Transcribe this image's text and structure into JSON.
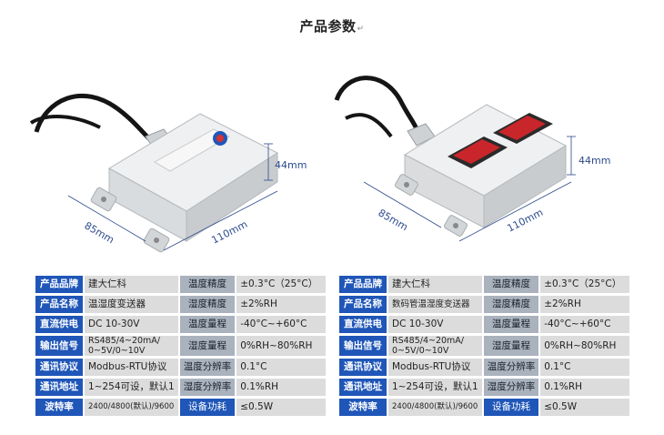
{
  "page": {
    "title": "产品参数",
    "title_mark": "↵"
  },
  "products": [
    {
      "dimensions": {
        "height": "44mm",
        "width": "110mm",
        "depth": "85mm"
      },
      "table": [
        {
          "k": "产品品牌",
          "v": "建大仁科",
          "k2": "温度精度",
          "v2": "±0.3°C（25°C）"
        },
        {
          "k": "产品名称",
          "v": "温湿度变送器",
          "k2": "湿度精度",
          "v2": "±2%RH"
        },
        {
          "k": "直流供电",
          "v": "DC 10-30V",
          "k2": "温度量程",
          "v2": "-40°C~+60°C"
        },
        {
          "k": "输出信号",
          "v": "RS485/4~20mA/\n0~5V/0~10V",
          "k2": "湿度量程",
          "v2": "0%RH~80%RH"
        },
        {
          "k": "通讯协议",
          "v": "Modbus-RTU协议",
          "k2": "温度分辨率",
          "v2": "0.1°C"
        },
        {
          "k": "通讯地址",
          "v": "1~254可设，默认1",
          "k2": "湿度分辨率",
          "v2": "0.1%RH"
        },
        {
          "k": "波特率",
          "v": "2400/4800(默认)/9600",
          "k2": "设备功耗",
          "v2": "≤0.5W"
        }
      ]
    },
    {
      "dimensions": {
        "height": "44mm",
        "width": "110mm",
        "depth": "85mm"
      },
      "table": [
        {
          "k": "产品品牌",
          "v": "建大仁科",
          "k2": "温度精度",
          "v2": "±0.3°C（25°C）"
        },
        {
          "k": "产品名称",
          "v": "数码管温湿度变送器",
          "k2": "湿度精度",
          "v2": "±2%RH"
        },
        {
          "k": "直流供电",
          "v": "DC 10-30V",
          "k2": "温度量程",
          "v2": "-40°C~+60°C"
        },
        {
          "k": "输出信号",
          "v": "RS485/4~20mA/\n0~5V/0~10V",
          "k2": "湿度量程",
          "v2": "0%RH~80%RH"
        },
        {
          "k": "通讯协议",
          "v": "Modbus-RTU协议",
          "k2": "温度分辨率",
          "v2": "0.1°C"
        },
        {
          "k": "通讯地址",
          "v": "1~254可设，默认1",
          "k2": "湿度分辨率",
          "v2": "0.1%RH"
        },
        {
          "k": "波特率",
          "v": "2400/4800(默认)/9600",
          "k2": "设备功耗",
          "v2": "≤0.5W"
        }
      ]
    }
  ]
}
